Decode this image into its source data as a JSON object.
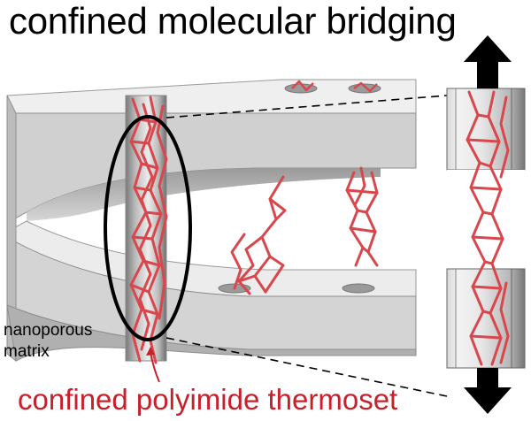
{
  "title": "confined molecular bridging",
  "labels": {
    "matrix_line1": "nanoporous",
    "matrix_line2": "matrix",
    "polymer": "confined polyimide thermoset"
  },
  "colors": {
    "polymer": "#d9474d",
    "polymer_text": "#c8202a",
    "matrix_top": "#eeeeee",
    "matrix_side": "#cfcfcf",
    "matrix_dark": "#8c8c8c",
    "arrow": "#000000",
    "ellipse": "#000000"
  },
  "icons": {
    "top_arrow": "arrow-up-icon",
    "bottom_arrow": "arrow-down-icon"
  }
}
